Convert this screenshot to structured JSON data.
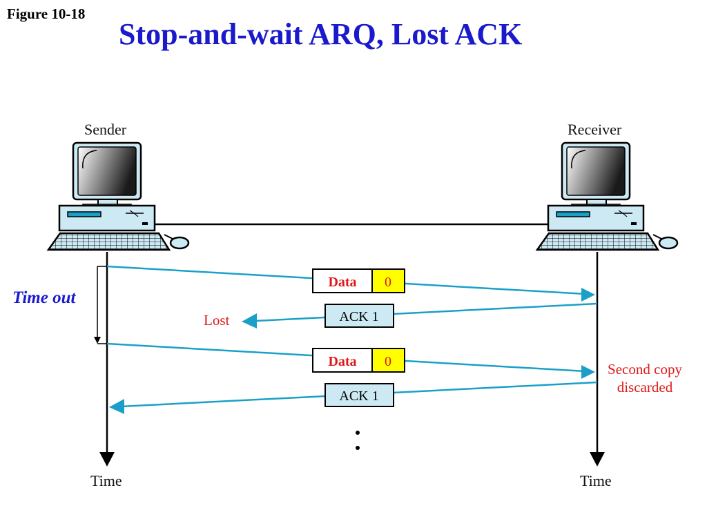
{
  "figure_label": "Figure 10-18",
  "title": "Stop-and-wait ARQ, Lost ACK",
  "sender_label": "Sender",
  "receiver_label": "Receiver",
  "time_left": "Time",
  "time_right": "Time",
  "timeout_label": "Time out",
  "lost_label": "Lost",
  "discarded_line1": "Second copy",
  "discarded_line2": "discarded",
  "frames": {
    "data1_label": "Data",
    "data1_seq": "0",
    "ack1_label": "ACK 1",
    "data2_label": "Data",
    "data2_seq": "0",
    "ack2_label": "ACK 1"
  },
  "colors": {
    "title": "#1a1acc",
    "arrow": "#1aa0c8",
    "red_text": "#e01818",
    "seq_fill": "#ffff00",
    "ack_fill": "#cdeaf4",
    "computer_body": "#cdeaf4"
  }
}
